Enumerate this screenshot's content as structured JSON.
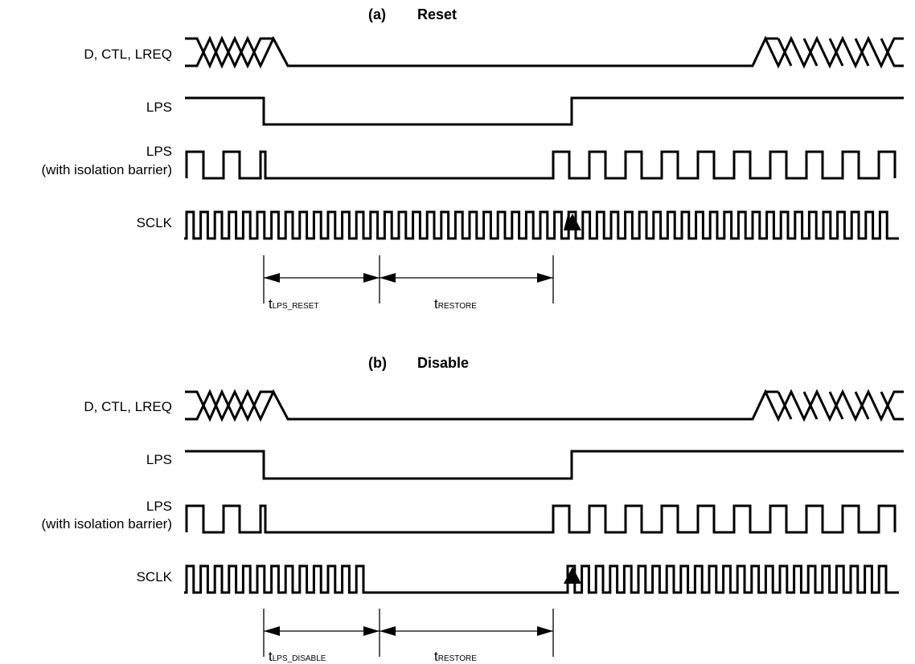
{
  "panels": [
    {
      "id": "reset",
      "title_prefix": "(a)",
      "title": "Reset",
      "signals": [
        {
          "label": "D, CTL, LREQ"
        },
        {
          "label": "LPS"
        },
        {
          "label_line1": "LPS",
          "label_line2": "(with isolation barrier)"
        },
        {
          "label": "SCLK"
        }
      ],
      "sclk_stops": false,
      "intervals": [
        {
          "main": "t",
          "sub": "LPS_RESET"
        },
        {
          "main": "t",
          "sub": "RESTORE"
        }
      ]
    },
    {
      "id": "disable",
      "title_prefix": "(b)",
      "title": "Disable",
      "signals": [
        {
          "label": "D, CTL, LREQ"
        },
        {
          "label": "LPS"
        },
        {
          "label_line1": "LPS",
          "label_line2": "(with isolation barrier)"
        },
        {
          "label": "SCLK"
        }
      ],
      "sclk_stops": true,
      "intervals": [
        {
          "main": "t",
          "sub": "LPS_DISABLE"
        },
        {
          "main": "t",
          "sub": "RESTORE"
        }
      ]
    }
  ],
  "colors": {
    "line": "#000000",
    "background": "#ffffff"
  }
}
